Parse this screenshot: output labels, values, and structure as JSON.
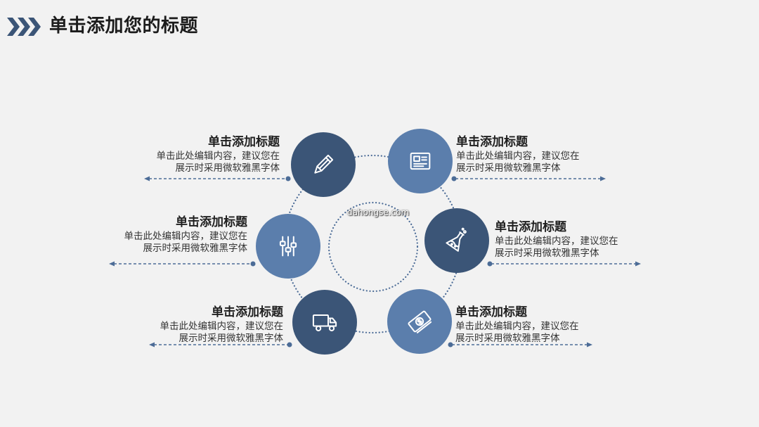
{
  "title": "单击添加您的标题",
  "watermark": "dahongse.com",
  "colors": {
    "background": "#f2f2f2",
    "line": "#4c6c97",
    "chevron": "#3b5577"
  },
  "items": [
    {
      "heading": "单击添加标题",
      "desc1": "单击此处编辑内容，建议您在",
      "desc2": "展示时采用微软雅黑字体",
      "icon": "pencil-icon",
      "color": "#3b5577"
    },
    {
      "heading": "单击添加标题",
      "desc1": "单击此处编辑内容，建议您在",
      "desc2": "展示时采用微软雅黑字体",
      "icon": "newspaper-icon",
      "color": "#5b7eac"
    },
    {
      "heading": "单击添加标题",
      "desc1": "单击此处编辑内容，建议您在",
      "desc2": "展示时采用微软雅黑字体",
      "icon": "flask-icon",
      "color": "#3b5577"
    },
    {
      "heading": "单击添加标题",
      "desc1": "单击此处编辑内容，建议您在",
      "desc2": "展示时采用微软雅黑字体",
      "icon": "sliders-icon",
      "color": "#5b7eac"
    },
    {
      "heading": "单击添加标题",
      "desc1": "单击此处编辑内容，建议您在",
      "desc2": "展示时采用微软雅黑字体",
      "icon": "truck-icon",
      "color": "#3b5577"
    },
    {
      "heading": "单击添加标题",
      "desc1": "单击此处编辑内容，建议您在",
      "desc2": "展示时采用微软雅黑字体",
      "icon": "money-icon",
      "color": "#5b7eac"
    }
  ]
}
